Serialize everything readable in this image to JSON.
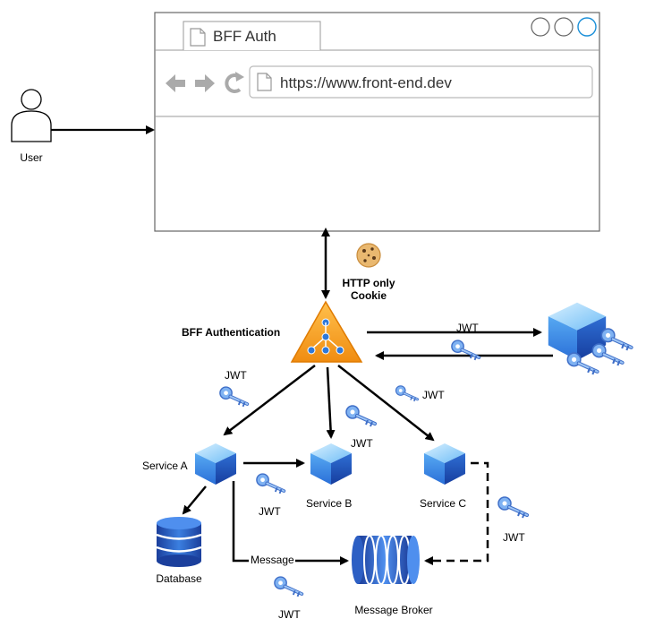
{
  "browser": {
    "tab_title": "BFF Auth",
    "url": "https://www.front-end.dev"
  },
  "actors": {
    "user": "User"
  },
  "labels": {
    "cookie_line1": "HTTP only",
    "cookie_line2": "Cookie",
    "bff": "BFF Authentication",
    "service_a": "Service A",
    "service_b": "Service B",
    "service_c": "Service C",
    "database": "Database",
    "broker": "Message Broker",
    "message": "Message",
    "jwt": "JWT"
  },
  "colors": {
    "cube_light": "#8fd0fb",
    "cube_mid": "#3d8ee6",
    "cube_dark": "#1d4eb5",
    "bff_orange": "#f59a1b",
    "key_blue": "#5b8fe0",
    "arrow": "#000000"
  }
}
